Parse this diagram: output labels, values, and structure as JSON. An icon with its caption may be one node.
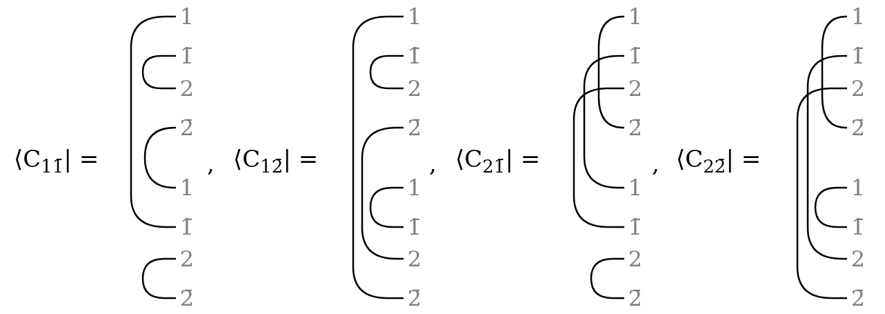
{
  "diagram": {
    "nodes": [
      {
        "text": [
          "1"
        ]
      },
      {
        "text": [
          "1̄"
        ]
      },
      {
        "text": [
          "2"
        ]
      },
      {
        "text": [
          "2̄"
        ]
      },
      {
        "text": [
          "1"
        ]
      },
      {
        "text": [
          "1̄"
        ]
      },
      {
        "text": [
          "2"
        ]
      },
      {
        "text": [
          "2̄"
        ]
      },
      {
        "text": [
          "1"
        ]
      },
      {
        "text": [
          "1̄"
        ]
      },
      {
        "text": [
          "2"
        ]
      },
      {
        "text": [
          "2̄"
        ]
      },
      {
        "text": [
          "1"
        ]
      },
      {
        "text": [
          "1̄"
        ]
      },
      {
        "text": [
          "2"
        ]
      },
      {
        "text": [
          "2̄"
        ]
      },
      {
        "text": [
          "1"
        ]
      },
      {
        "text": [
          "1̄"
        ]
      },
      {
        "text": [
          "2"
        ]
      },
      {
        "text": [
          "2̄"
        ]
      },
      {
        "text": [
          "1"
        ]
      },
      {
        "text": [
          "1̄"
        ]
      },
      {
        "text": [
          "2"
        ]
      },
      {
        "text": [
          "2̄"
        ]
      },
      {
        "text": [
          "1"
        ]
      },
      {
        "text": [
          "1̄"
        ]
      },
      {
        "text": [
          "2"
        ]
      },
      {
        "text": [
          "2̄"
        ]
      },
      {
        "text": [
          "1"
        ]
      },
      {
        "text": [
          "1̄"
        ]
      },
      {
        "text": [
          "2"
        ]
      },
      {
        "text": [
          "2̄"
        ]
      }
    ],
    "edges": [
      {
        "from": 0,
        "to": 5,
        "arrow": "none"
      },
      {
        "from": 1,
        "to": 2,
        "arrow": "none"
      },
      {
        "from": 3,
        "to": 4,
        "arrow": "none"
      },
      {
        "from": 6,
        "to": 7,
        "arrow": "none"
      },
      {
        "from": 8,
        "to": 15,
        "arrow": "none"
      },
      {
        "from": 9,
        "to": 10,
        "arrow": "none"
      },
      {
        "from": 11,
        "to": 14,
        "arrow": "none"
      },
      {
        "from": 12,
        "to": 13,
        "arrow": "none"
      },
      {
        "from": 16,
        "to": 19,
        "arrow": "none"
      },
      {
        "from": 17,
        "to": 20,
        "arrow": "none"
      },
      {
        "from": 18,
        "to": 21,
        "arrow": "none"
      },
      {
        "from": 22,
        "to": 23,
        "arrow": "none"
      },
      {
        "from": 24,
        "to": 27,
        "arrow": "none"
      },
      {
        "from": 25,
        "to": 30,
        "arrow": "none"
      },
      {
        "from": 26,
        "to": 31,
        "arrow": "none"
      },
      {
        "from": 28,
        "to": 29,
        "arrow": "none"
      }
    ],
    "labels": [
      "⟨C$_{11̄}$| =",
      ",",
      "⟨C$_{12̄}$| =",
      ",",
      "⟨C$_{21̄}$| =",
      ",",
      "⟨C$_{22̄}$| ="
    ]
  }
}
